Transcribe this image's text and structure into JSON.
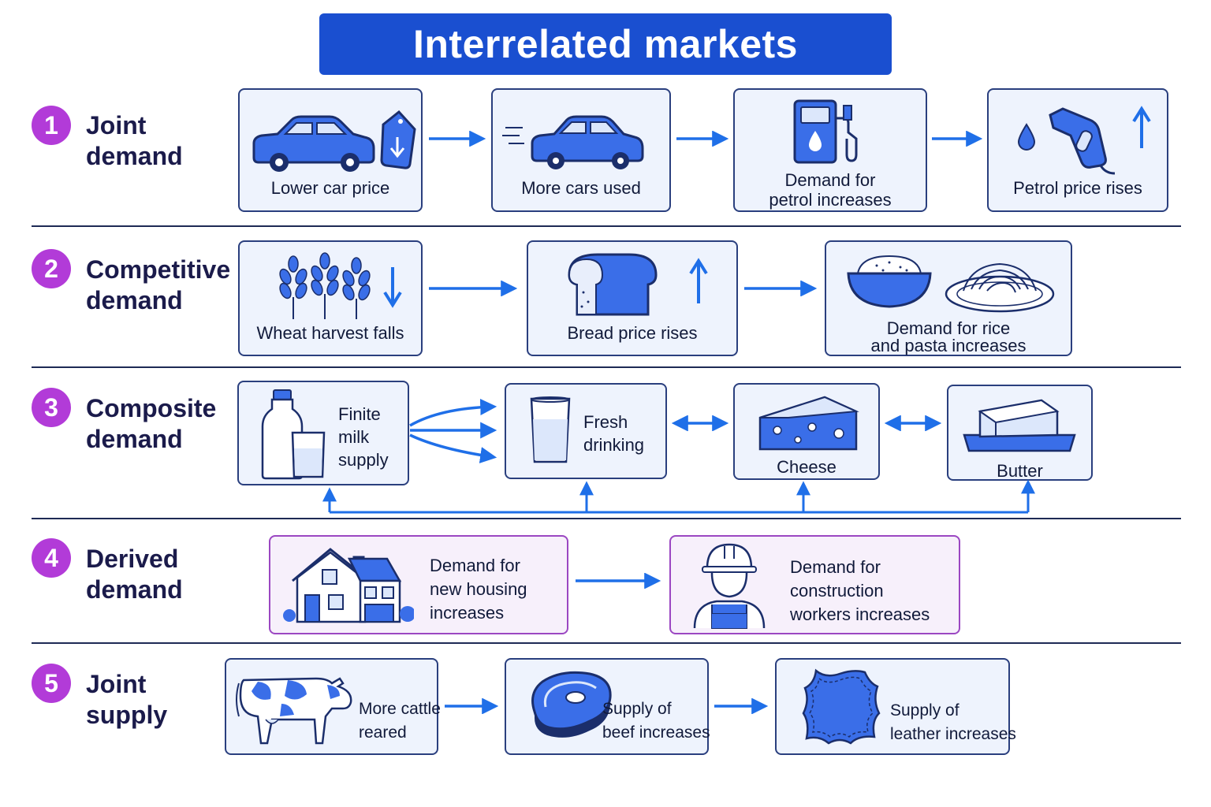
{
  "title": "Interrelated markets",
  "colors": {
    "accent": "#1a4fd0",
    "number_badge": "#b23bd8",
    "icon_blue": "#3a6ee8",
    "box_fill": "#eef3fd",
    "derived_border": "#9b47c2"
  },
  "rows": [
    {
      "number": "1",
      "label_line1": "Joint",
      "label_line2": "demand",
      "boxes": [
        {
          "caption": "Lower car price",
          "icons": [
            "car-icon",
            "price-tag-down-icon"
          ]
        },
        {
          "caption": "More cars used",
          "icons": [
            "moving-car-icon"
          ]
        },
        {
          "caption_line1": "Demand for",
          "caption_line2": "petrol increases",
          "icons": [
            "fuel-pump-icon"
          ]
        },
        {
          "caption": "Petrol price rises",
          "icons": [
            "fuel-nozzle-icon",
            "up-arrow-icon"
          ]
        }
      ]
    },
    {
      "number": "2",
      "label_line1": "Competitive",
      "label_line2": "demand",
      "boxes": [
        {
          "caption": "Wheat harvest falls",
          "icons": [
            "wheat-icon",
            "down-arrow-icon"
          ]
        },
        {
          "caption": "Bread price rises",
          "icons": [
            "bread-icon",
            "up-arrow-icon"
          ]
        },
        {
          "caption_line1": "Demand for rice",
          "caption_line2": "and pasta increases",
          "icons": [
            "rice-bowl-icon",
            "pasta-plate-icon"
          ]
        }
      ]
    },
    {
      "number": "3",
      "label_line1": "Composite",
      "label_line2": "demand",
      "boxes": [
        {
          "caption_line1": "Finite",
          "caption_line2": "milk",
          "caption_line3": "supply",
          "icons": [
            "milk-bottle-icon",
            "glass-icon"
          ]
        },
        {
          "caption_line1": "Fresh",
          "caption_line2": "drinking",
          "icons": [
            "glass-of-milk-icon"
          ]
        },
        {
          "caption": "Cheese",
          "icons": [
            "cheese-icon"
          ]
        },
        {
          "caption": "Butter",
          "icons": [
            "butter-icon"
          ]
        }
      ]
    },
    {
      "number": "4",
      "label_line1": "Derived",
      "label_line2": "demand",
      "boxes": [
        {
          "caption_line1": "Demand for",
          "caption_line2": "new housing",
          "caption_line3": "increases",
          "icons": [
            "house-icon"
          ]
        },
        {
          "caption_line1": "Demand for",
          "caption_line2": "construction",
          "caption_line3": "workers increases",
          "icons": [
            "construction-worker-icon"
          ]
        }
      ]
    },
    {
      "number": "5",
      "label_line1": "Joint",
      "label_line2": "supply",
      "boxes": [
        {
          "caption_line1": "More cattle",
          "caption_line2": "reared",
          "icons": [
            "cow-icon"
          ]
        },
        {
          "caption_line1": "Supply of",
          "caption_line2": "beef increases",
          "icons": [
            "steak-icon"
          ]
        },
        {
          "caption_line1": "Supply of",
          "caption_line2": "leather increases",
          "icons": [
            "leather-hide-icon"
          ]
        }
      ]
    }
  ]
}
